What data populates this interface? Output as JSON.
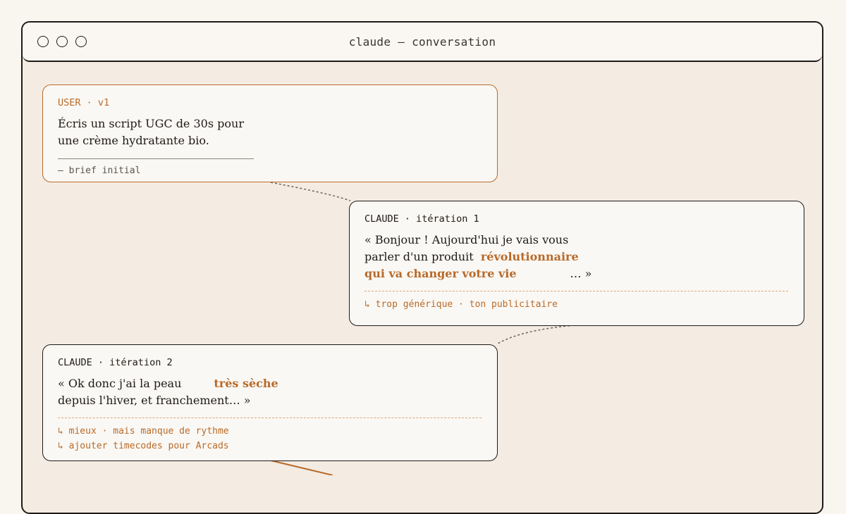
{
  "window": {
    "title": "claude — conversation"
  },
  "messages": [
    {
      "speaker": "USER",
      "tag": "v1",
      "text": [
        "Écris un script UGC de 30s pour",
        "une crème hydratante bio."
      ],
      "note": "— brief initial"
    },
    {
      "speaker": "CLAUDE",
      "tag": "itération 1",
      "line1": "« Bonjour ! Aujourd'hui je vais vous",
      "line2_prefix": "parler d'un produit",
      "line2_highlight": "révolutionnaire",
      "line3_highlight": "qui va changer votre vie",
      "line3_suffix": "… »",
      "notes": [
        "↳ trop générique · ton publicitaire"
      ]
    },
    {
      "speaker": "CLAUDE",
      "tag": "itération 2",
      "line1_prefix": "« Ok donc j'ai la peau",
      "line1_highlight": "très sèche",
      "line2": "depuis l'hiver, et franchement… »",
      "notes": [
        "↳ mieux · mais manque de rythme",
        "↳ ajouter timecodes pour Arcads"
      ]
    }
  ],
  "colors": {
    "accent": "#b86a2a",
    "ink": "#1f1a17",
    "background": "#f4ece3"
  }
}
